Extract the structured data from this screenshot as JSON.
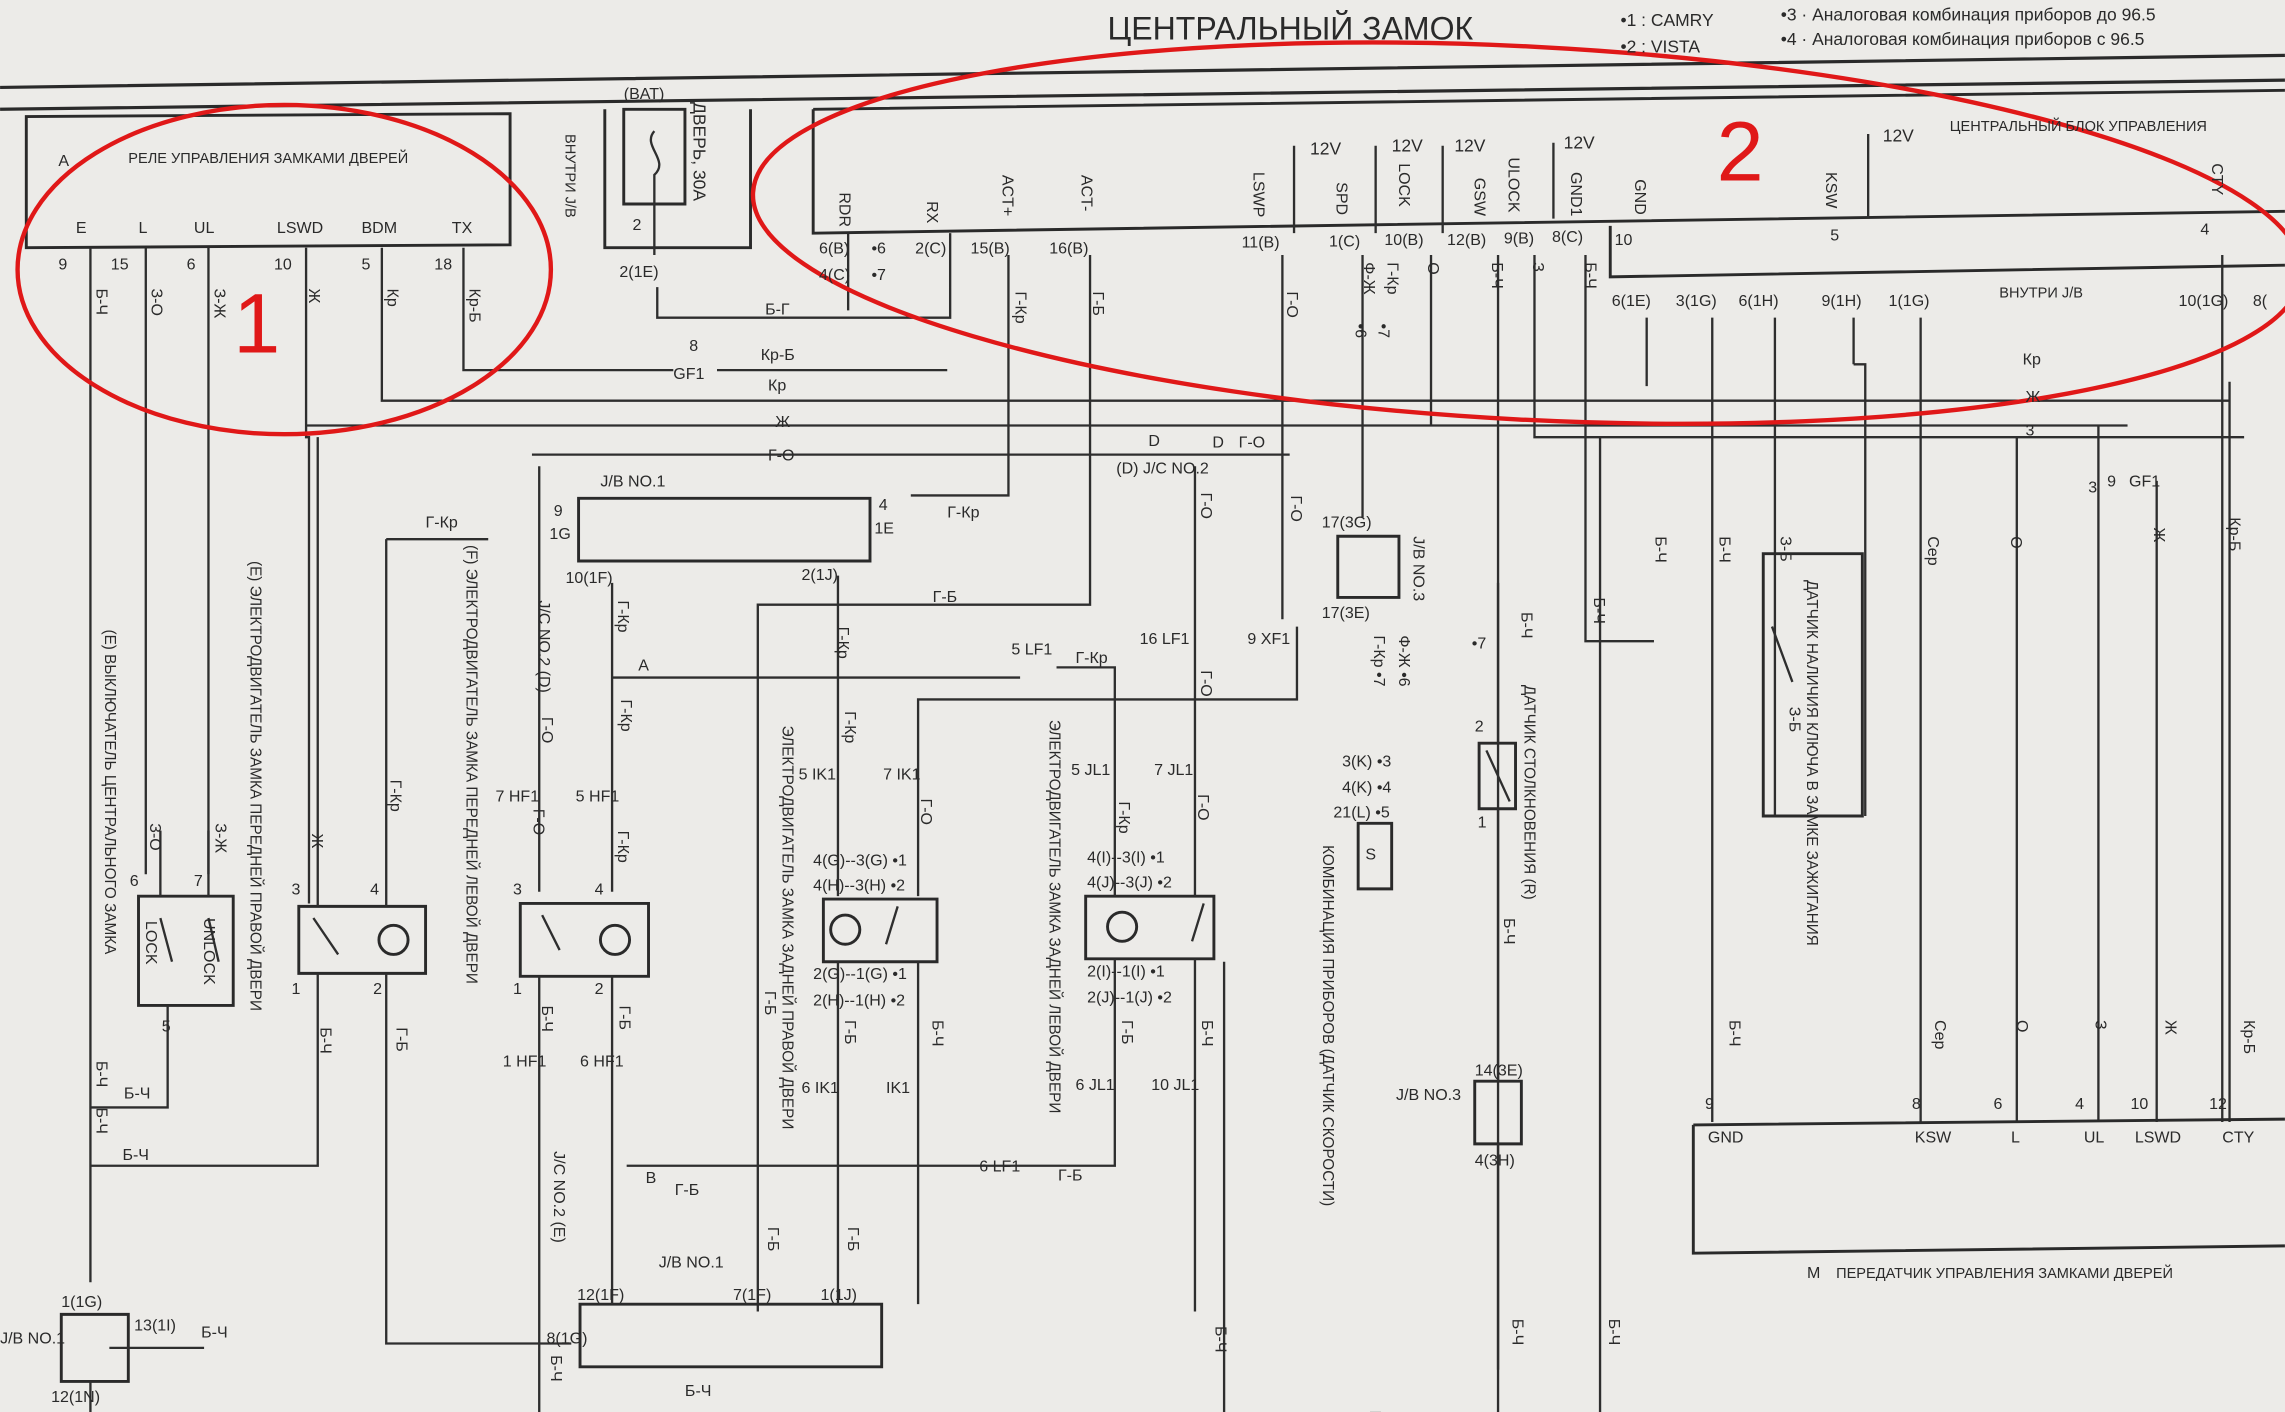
{
  "title": "ЦЕНТРАЛЬНЫЙ ЗАМОК",
  "legend": [
    "•1 : CAMRY",
    "•2 : VISTA",
    "•3 · Аналоговая комбинация приборов   до 96.5",
    "•4 · Аналоговая комбинация приборов   с 96.5"
  ],
  "annotations": [
    "1",
    "2"
  ],
  "colors": {
    "annotation": "#e01818",
    "ink": "#2a2a2a",
    "paper": "#ecebe8"
  },
  "relay": {
    "code": "A",
    "name": "РЕЛЕ УПРАВЛЕНИЯ ЗАМКАМИ ДВЕРЕЙ",
    "pin_names": [
      "E",
      "L",
      "UL",
      "LSWD",
      "BDM",
      "TX"
    ],
    "pin_numbers": [
      "9",
      "15",
      "6",
      "10",
      "5",
      "18"
    ],
    "wire_colors": [
      "Б-Ч",
      "З-О",
      "З-Ж",
      "Ж",
      "Кр",
      "Кр-Б"
    ]
  },
  "fuse": {
    "source": "(BAT)",
    "name": "ДВЕРЬ, 30A",
    "location": "ВНУТРИ J/B",
    "pin": "2",
    "connector": "2(1E)"
  },
  "bus_wires": [
    "Б-Г",
    "8",
    "GF1",
    "Кр-Б",
    "Кр",
    "Ж",
    "Г-О",
    "Кр",
    "Ж",
    "3"
  ],
  "central_block": {
    "title": "ЦЕНТРАЛЬНЫЙ БЛОК УПРАВЛЕНИЯ",
    "supply": [
      "12V",
      "12V",
      "12V",
      "12V",
      "12V"
    ],
    "pin_names": [
      "RDR",
      "RX",
      "ACT+",
      "ACT-",
      "LSWP",
      "SPD",
      "LOCK",
      "GSW",
      "ULOCK",
      "GND1",
      "GND",
      "KSW",
      "CTY"
    ],
    "pin_connectors": [
      "6(B)",
      "4(C)",
      "•6",
      "•7",
      "2(C)",
      "15(B)",
      "16(B)",
      "11(B)",
      "1(C)",
      "10(B)",
      "12(B)",
      "9(B)",
      "8(C)",
      "10",
      "5",
      "4"
    ],
    "wire_colors": [
      "Г-Кр",
      "Г-Б",
      "Г-О",
      "Ф-Ж",
      "Г-Кр",
      "•6",
      "•7",
      "О",
      "Б-Ч",
      "З",
      "Б-Ч"
    ],
    "jb_connectors": [
      "6(1E)",
      "3(1G)",
      "6(1H)",
      "9(1H)",
      "1(1G)",
      "10(1G)",
      "8("
    ],
    "jb_label": "ВНУТРИ J/B"
  },
  "right_side": {
    "connector": "GF1",
    "connector_pins": [
      "9",
      "3"
    ],
    "wire_colors": [
      "Б-Ч",
      "Б-Ч",
      "З-Б",
      "Сер",
      "О",
      "Б-Ч",
      "Ж",
      "Кр-Б",
      "З-Б"
    ]
  },
  "transmitter": {
    "code": "M",
    "name": "ПЕРЕДАТЧИК УПРАВЛЕНИЯ ЗАМКАМИ ДВЕРЕЙ",
    "pin_numbers": [
      "9",
      "8",
      "6",
      "4",
      "10",
      "12"
    ],
    "pin_names": [
      "GND",
      "KSW",
      "L",
      "UL",
      "LSWD",
      "CTY"
    ],
    "wire_colors": [
      "Б-Ч",
      "Сер",
      "О",
      "З",
      "Ж",
      "Кр-Б"
    ]
  },
  "components": [
    "(E) ВЫКЛЮЧАТЕЛЬ ЦЕНТРАЛЬНОГО ЗАМКА",
    "(E) ЭЛЕКТРОДВИГАТЕЛЬ ЗАМКА ПЕРЕДНЕЙ ПРАВОЙ ДВЕРИ",
    "(F) ЭЛЕКТРОДВИГАТЕЛЬ ЗАМКА ПЕРЕДНЕЙ ЛЕВОЙ ДВЕРИ",
    "ЭЛЕКТРОДВИГАТЕЛЬ ЗАМКА ЗАДНЕЙ ПРАВОЙ ДВЕРИ",
    "ЭЛЕКТРОДВИГАТЕЛЬ ЗАМКА ЗАДНЕЙ ЛЕВОЙ ДВЕРИ",
    "КОМБИНАЦИЯ ПРИБОРОВ (ДАТЧИК СКОРОСТИ)",
    "ДАТЧИК СТОЛКНОВЕНИЯ (R)",
    "ДАТЧИК НАЛИЧИЯ КЛЮЧА В ЗАМКЕ ЗАЖИГАНИЯ"
  ],
  "door_switch": {
    "lock": "LOCK",
    "unlock": "UNLOCK",
    "pins": [
      "6",
      "7",
      "5"
    ],
    "wires": [
      "З-О",
      "З-Ж"
    ]
  },
  "front_right_motor": {
    "pins": [
      "3",
      "4",
      "1",
      "2"
    ],
    "wires": [
      "Ж",
      "Г-Кр",
      "Б-Ч",
      "Г-Б"
    ]
  },
  "front_left_motor": {
    "pins": [
      "3",
      "4",
      "1",
      "2"
    ],
    "wires": [
      "Г-О",
      "Г-Кр",
      "Б-Ч",
      "Г-Б"
    ],
    "connectors": [
      "7 HF1",
      "5 HF1",
      "1 HF1",
      "6 HF1"
    ]
  },
  "rear_right_motor": {
    "connectors": [
      "5 IK1",
      "7 IK1",
      "6 IK1",
      "IK1"
    ],
    "pins": [
      "4(G)--3(G) •1",
      "4(H)--3(H) •2",
      "2(G)--1(G) •1",
      "2(H)--1(H) •2"
    ],
    "wires": [
      "Г-Кр",
      "Г-О",
      "Г-Б",
      "Б-Ч",
      "Г-Б"
    ]
  },
  "rear_left_motor": {
    "connectors": [
      "5 JL1",
      "7 JL1",
      "6 JL1",
      "10 JL1"
    ],
    "pins": [
      "4(I)--3(I) •1",
      "4(J)--3(J) •2",
      "2(I)--1(I) •1",
      "2(J)--1(J) •2"
    ],
    "wires": [
      "Г-Кр",
      "Г-О",
      "Г-Б",
      "Б-Ч"
    ]
  },
  "junctions": {
    "jb1_top": {
      "label": "J/B NO.1",
      "pins": [
        "9",
        "1G",
        "4",
        "1E",
        "10(1F)",
        "2(1J)"
      ],
      "wires": [
        "Г-Кр",
        "Г-Кр",
        "Г-Б",
        "Г-Кр"
      ]
    },
    "jc2_a": {
      "label": "J/C NO.2 (D)",
      "node": "A",
      "wires": [
        "Г-Кр",
        "Г-Кр",
        "Г-О"
      ],
      "lf1": [
        "5 LF1",
        "Г-Кр"
      ]
    },
    "jc2_d": {
      "label": "(D) J/C NO.2",
      "nodes": [
        "D",
        "D",
        "Г-О"
      ],
      "connectors": [
        "16 LF1",
        "9 XF1"
      ],
      "wires": [
        "Г-О",
        "Г-О",
        "Г-О"
      ]
    },
    "jb3": {
      "label": "J/B NO.3",
      "pins": [
        "17(3G)",
        "17(3E)"
      ],
      "wires": [
        "Ф-Ж •6",
        "Г-Кр •7"
      ],
      "meter_pins": [
        "3(K) •3",
        "4(K) •4",
        "21(L) •5"
      ],
      "meter_s": "S"
    },
    "collision": {
      "pins": [
        "•7",
        "2",
        "1"
      ],
      "wire": "Б-Ч",
      "jb_pins": [
        "14(3E)",
        "4(3H)"
      ],
      "jb_label": "J/B NO.3"
    },
    "jc2_b": {
      "label": "J/C NO.2 (E)",
      "node": "B",
      "wires": [
        "Г-Б",
        "Г-Б"
      ],
      "lf1": "6 LF1"
    },
    "jb1_bottom": {
      "label": "J/B NO.1",
      "pins": [
        "12(1F)",
        "7(1F)",
        "1(1J)",
        "8(1G)"
      ],
      "wires": [
        "Б-Ч",
        "Г-Б",
        "Г-Б",
        "Б-Ч"
      ]
    },
    "jb1_left": {
      "label": "J/B NO.1",
      "pins": [
        "1(1G)",
        "13(1I)",
        "12(1N)"
      ],
      "wires": [
        "Б-Ч",
        "Б-Ч",
        "Б-Ч",
        "Б-Ч",
        "Б-Ч"
      ]
    },
    "ground_wires": [
      "Б-Ч",
      "Б-Ч",
      "Б-Ч",
      "Б-Ч",
      "Б-Ч"
    ]
  }
}
